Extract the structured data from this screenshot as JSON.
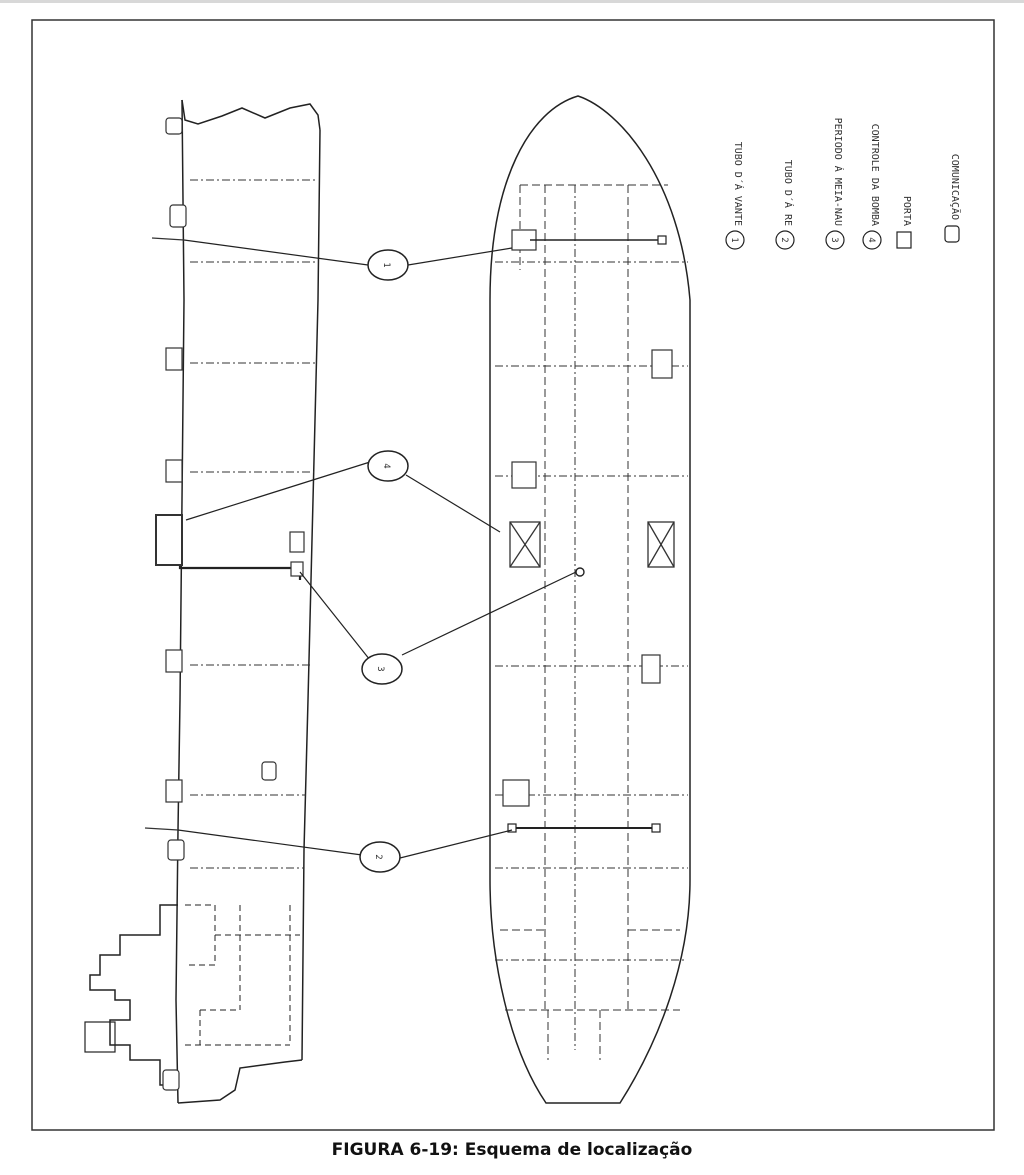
{
  "caption": "FIGURA 6-19: Esquema de localização",
  "callouts": [
    {
      "id": "c1",
      "number": "1"
    },
    {
      "id": "c4",
      "number": "4"
    },
    {
      "id": "c3",
      "number": "3"
    },
    {
      "id": "c2",
      "number": "2"
    }
  ],
  "legend": [
    {
      "number": "1",
      "text": "TUBO D´Á VANTE"
    },
    {
      "number": "2",
      "text": "TUBO D´Á RE"
    },
    {
      "number": "3",
      "text": "PERIODO Á MEIA-NAU"
    },
    {
      "number": "4",
      "text": "CONTROLE DA BOMBA"
    },
    {
      "symbol": "box",
      "text": "PORTA"
    },
    {
      "symbol": "comm",
      "text": "COMUNICAÇÃO"
    }
  ]
}
